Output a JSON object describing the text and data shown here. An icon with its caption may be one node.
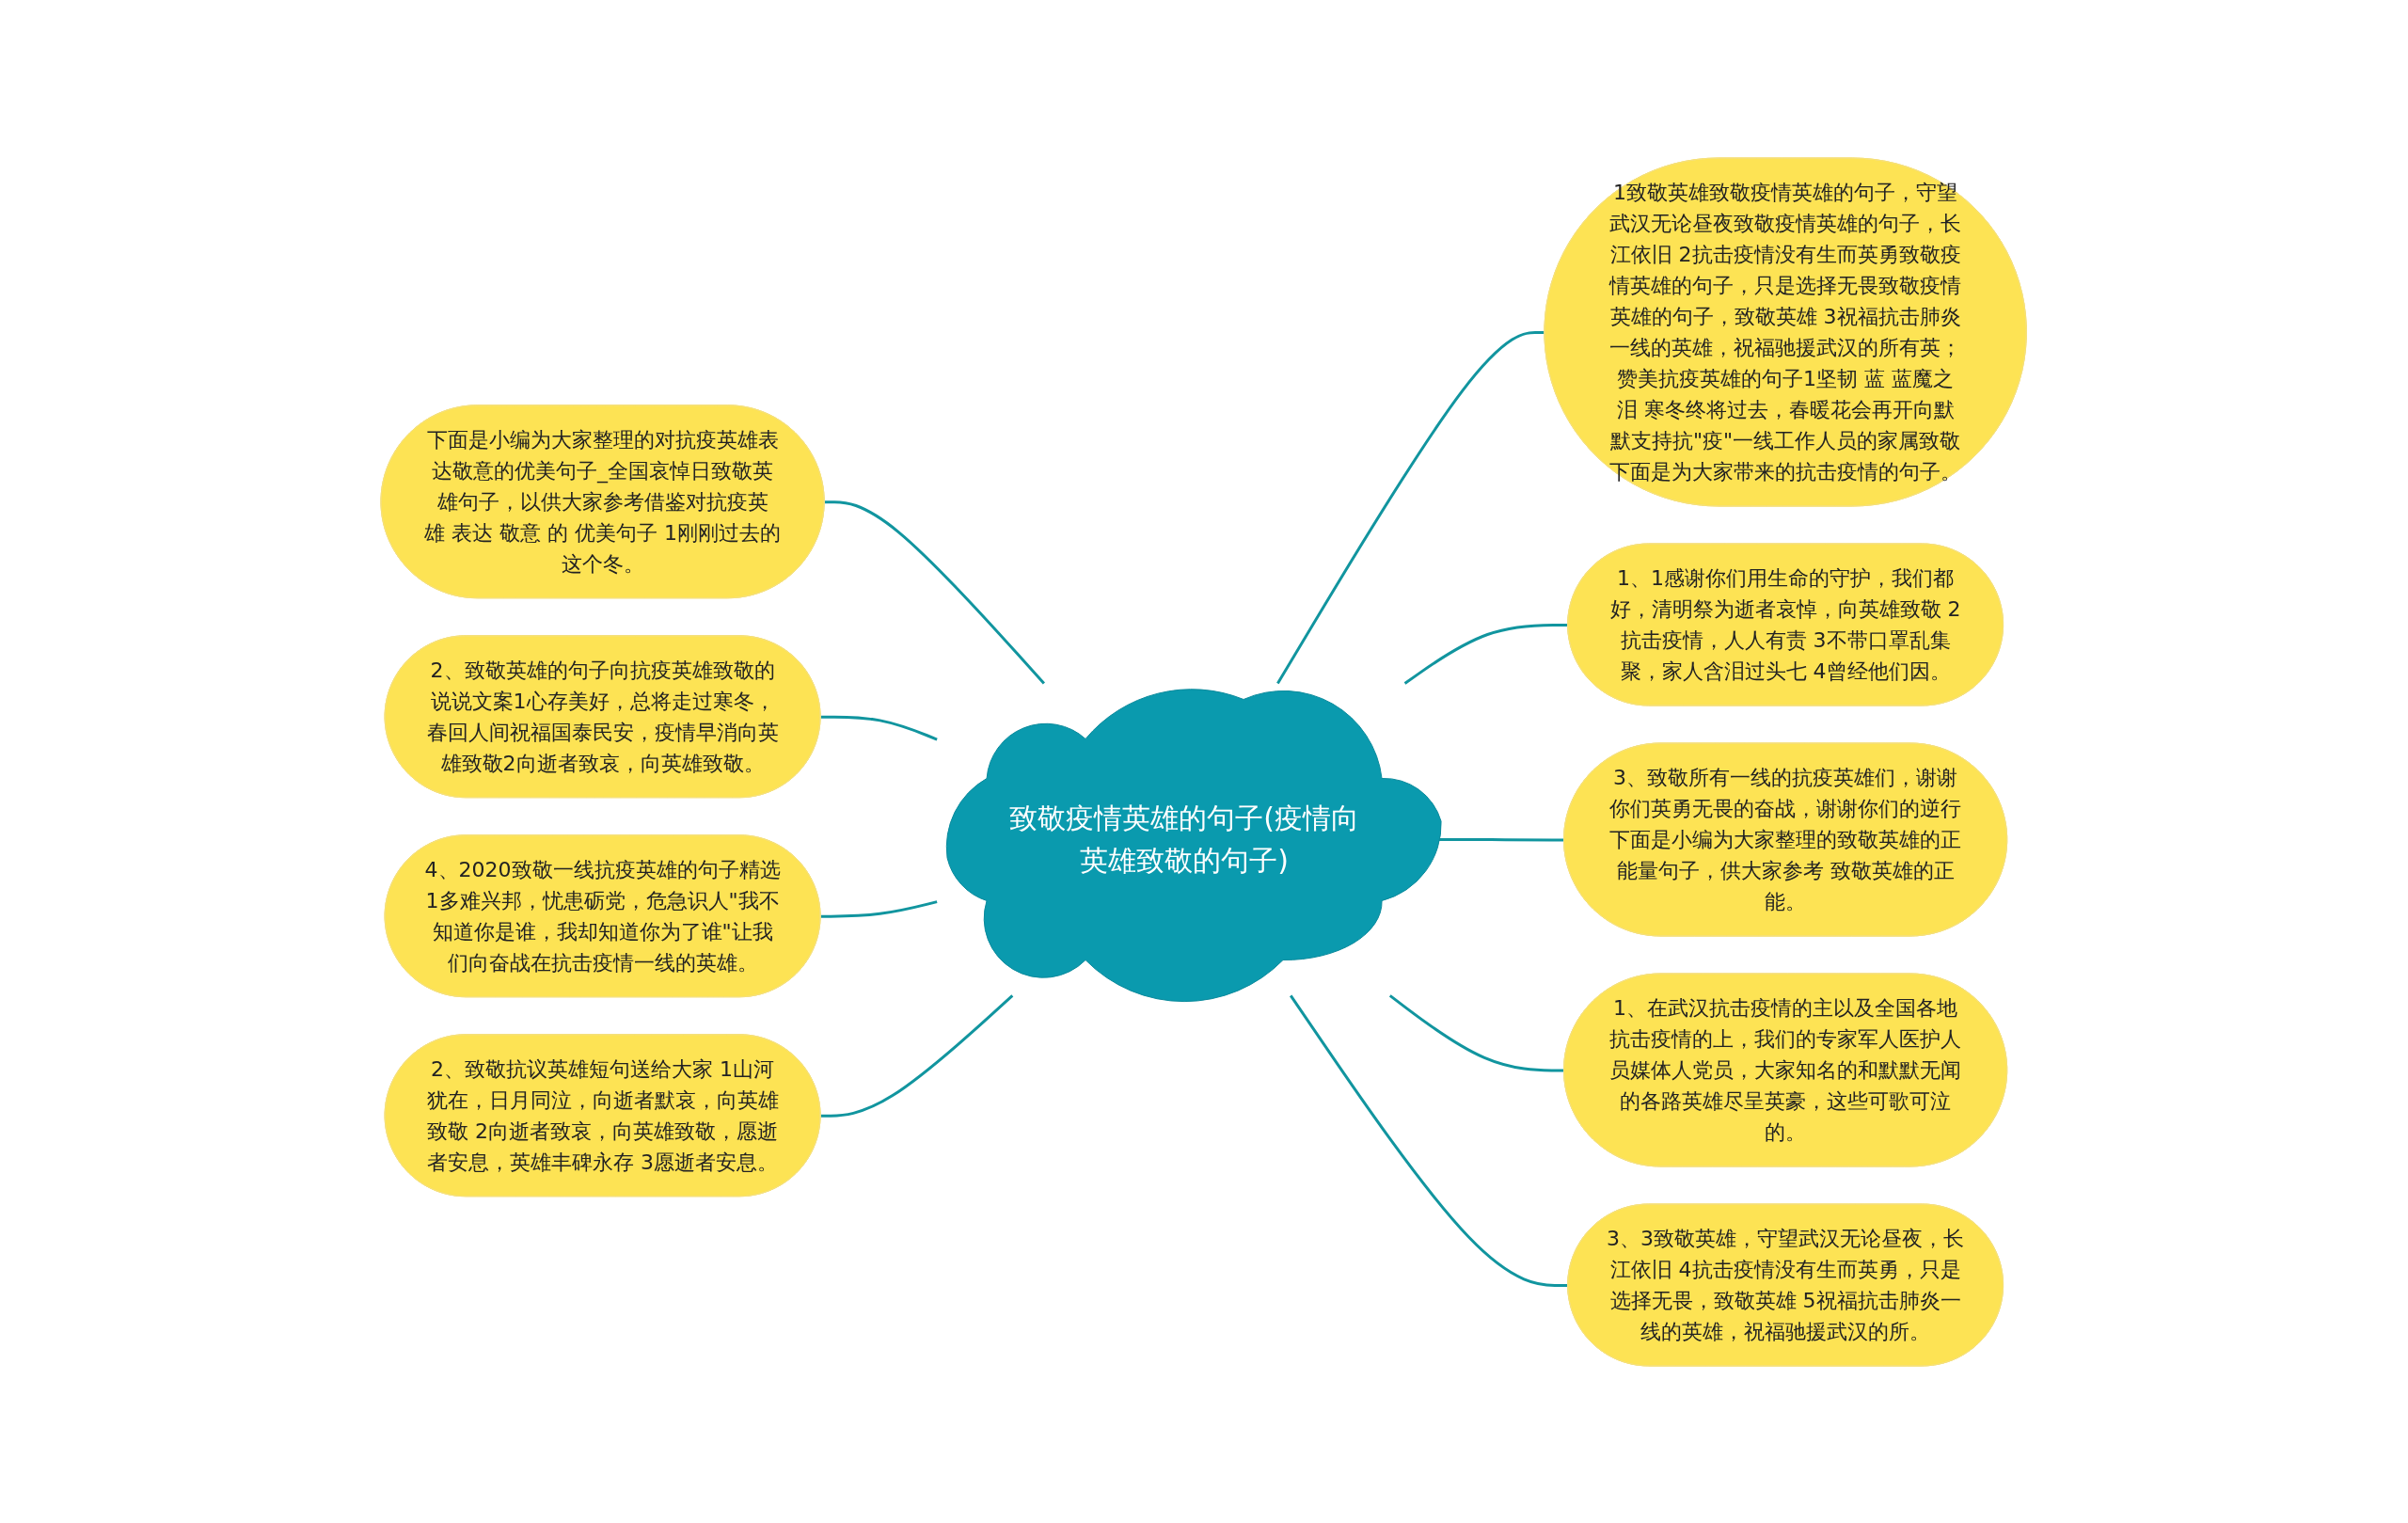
{
  "diagram": {
    "nodes": [
      {
        "text": [
          "致敬疫情英雄的句子(疫情向英雄致敬的句子)"
        ]
      },
      {
        "text": [
          "下面是小编为大家整理的对抗疫英雄表达敬意的优美句子_全国哀悼日致敬英雄句子，以供大家参考借鉴对抗疫英雄 表达 敬意 的 优美句子 1刚刚过去的这个冬。"
        ]
      },
      {
        "text": [
          "2、致敬英雄的句子向抗疫英雄致敬的说说文案1心存美好，总将走过寒冬，春回人间祝福国泰民安，疫情早消向英雄致敬2向逝者致哀，向英雄致敬。"
        ]
      },
      {
        "text": [
          "4、2020致敬一线抗疫英雄的句子精选1多难兴邦，忧患砺党，危急识人\"我不知道你是谁，我却知道你为了谁\"让我们向奋战在抗击疫情一线的英雄。"
        ]
      },
      {
        "text": [
          "2、致敬抗议英雄短句送给大家 1山河犹在，日月同泣，向逝者默哀，向英雄致敬 2向逝者致哀，向英雄致敬，愿逝者安息，英雄丰碑永存 3愿逝者安息。"
        ]
      },
      {
        "text": [
          "1致敬英雄致敬疫情英雄的句子，守望武汉无论昼夜致敬疫情英雄的句子，长江依旧 2抗击疫情没有生而英勇致敬疫情英雄的句子，只是选择无畏致敬疫情英雄的句子，致敬英雄 3祝福抗击肺炎一线的英雄，祝福驰援武汉的所有英；赞美抗疫英雄的句子1坚韧 蓝 蓝魔之泪 寒冬终将过去，春暖花会再开向默默支持抗\"疫\"一线工作人员的家属致敬下面是为大家带来的抗击疫情的句子。"
        ]
      },
      {
        "text": [
          "1、1感谢你们用生命的守护，我们都好，清明祭为逝者哀悼，向英雄致敬 2抗击疫情，人人有责 3不带口罩乱集聚，家人含泪过头七 4曾经他们因。"
        ]
      },
      {
        "text": [
          "3、致敬所有一线的抗疫英雄们，谢谢你们英勇无畏的奋战，谢谢你们的逆行下面是小编为大家整理的致敬英雄的正能量句子，供大家参考 致敬英雄的正能。"
        ]
      },
      {
        "text": [
          "1、在武汉抗击疫情的主以及全国各地抗击疫情的上，我们的专家军人医护人员媒体人党员，大家知名的和默默无闻的各路英雄尽呈英豪，这些可歌可泣的。"
        ]
      },
      {
        "text": [
          "3、3致敬英雄，守望武汉无论昼夜，长江依旧 4抗击疫情没有生而英勇，只是选择无畏，致敬英雄 5祝福抗击肺炎一线的英雄，祝福驰援武汉的所。"
        ]
      }
    ],
    "edges": [
      {
        "from": 0,
        "to": 1,
        "arrow": "none"
      },
      {
        "from": 0,
        "to": 2,
        "arrow": "none"
      },
      {
        "from": 0,
        "to": 3,
        "arrow": "none"
      },
      {
        "from": 0,
        "to": 4,
        "arrow": "none"
      },
      {
        "from": 0,
        "to": 5,
        "arrow": "none"
      },
      {
        "from": 0,
        "to": 6,
        "arrow": "none"
      },
      {
        "from": 0,
        "to": 7,
        "arrow": "none"
      },
      {
        "from": 0,
        "to": 8,
        "arrow": "none"
      },
      {
        "from": 0,
        "to": 9,
        "arrow": "none"
      }
    ]
  }
}
